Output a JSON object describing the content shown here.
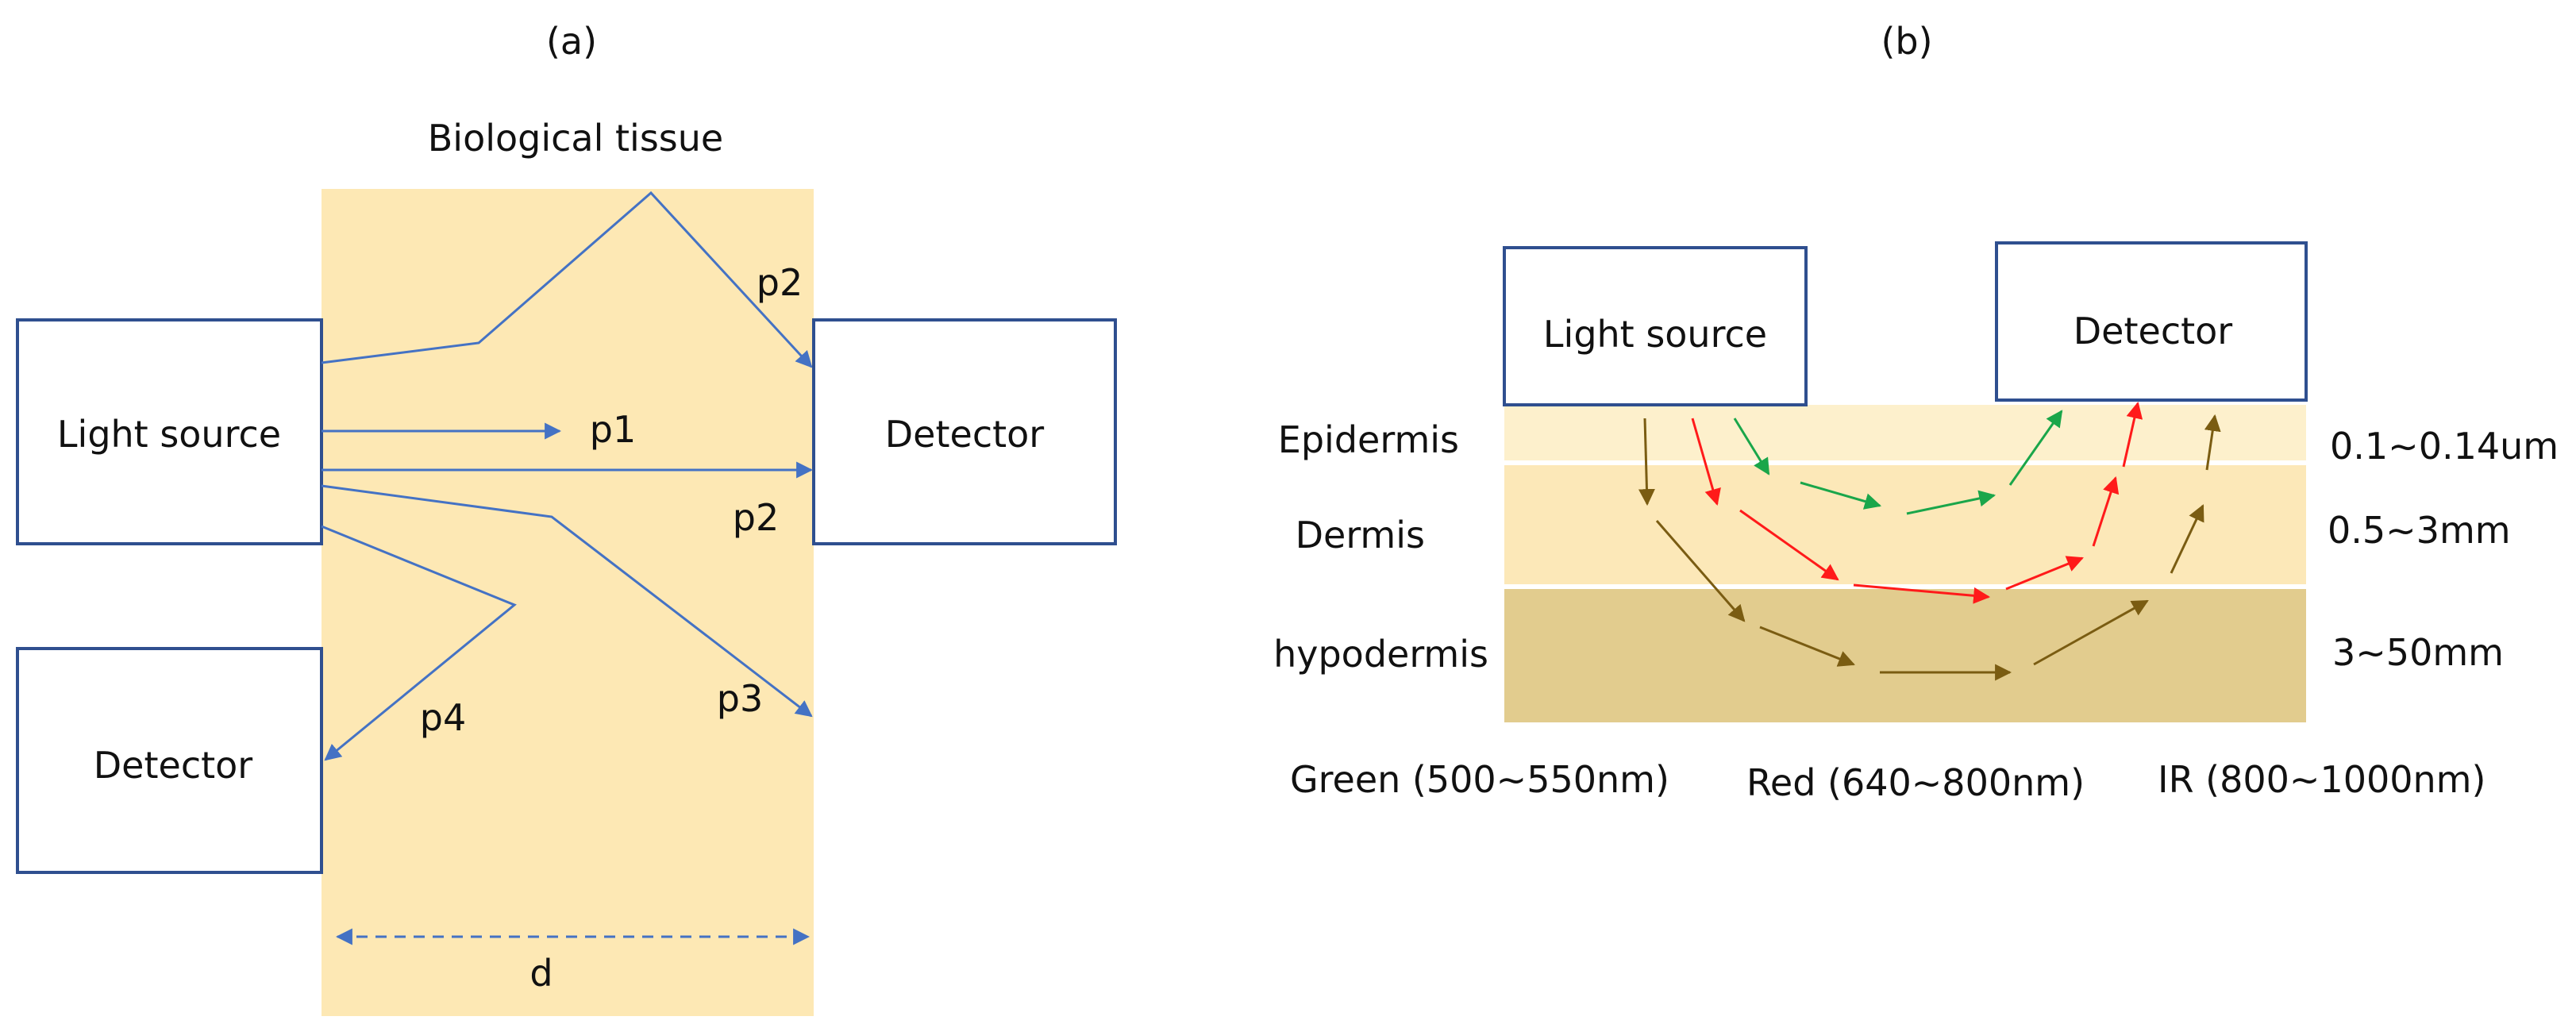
{
  "panel_a": {
    "label": "(a)",
    "tissue_label": "Biological tissue",
    "source_label": "Light source",
    "detector_right_label": "Detector",
    "detector_bottom_label": "Detector",
    "paths": {
      "p1": "p1",
      "p2_top": "p2",
      "p2_mid": "p2",
      "p3": "p3",
      "p4": "p4"
    },
    "distance_label": "d"
  },
  "panel_b": {
    "label": "(b)",
    "source_label": "Light source",
    "detector_label": "Detector",
    "layers": [
      {
        "name": "Epidermis",
        "thickness": "0.1~0.14um"
      },
      {
        "name": "Dermis",
        "thickness": "0.5~3mm"
      },
      {
        "name": "hypodermis",
        "thickness": "3~50mm"
      }
    ],
    "legend": [
      {
        "text": "Green (500~550nm)",
        "color": "#1aa64a"
      },
      {
        "text": "Red (640~800nm)",
        "color": "#ff1a1a"
      },
      {
        "text": "IR (800~1000nm)",
        "color": "#7a5c12"
      }
    ]
  },
  "colors": {
    "tissue": "#fde8b4",
    "epidermis": "#fdf0cc",
    "dermis": "#fce8b8",
    "hypodermis": "#e2cc8e",
    "box_stroke": "#2f4f8f",
    "arrow_blue": "#4472c4"
  }
}
